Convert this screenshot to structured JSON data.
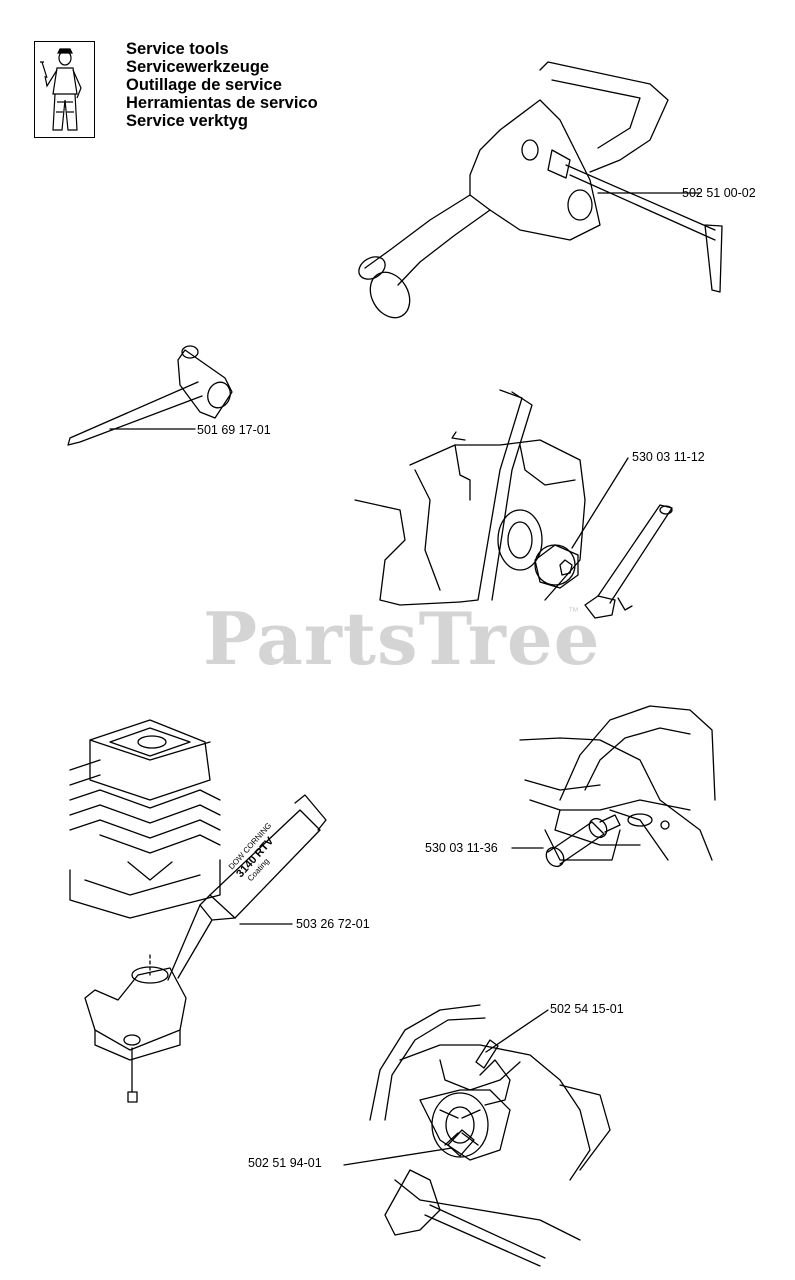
{
  "header": {
    "titles": [
      "Service tools",
      "Servicewerkzeuge",
      "Outillage de service",
      "Herramientas de servico",
      "Service verktyg"
    ],
    "icon": "mechanic-icon"
  },
  "watermark": {
    "text": "PartsTree",
    "trademark": "™"
  },
  "parts": [
    {
      "number": "502 51 00-02",
      "icon": "t-handle-tool-icon"
    },
    {
      "number": "501 69 17-01",
      "icon": "combination-spanner-icon"
    },
    {
      "number": "530 03 11-12",
      "icon": "clutch-tool-icon"
    },
    {
      "number": "530 03 11-36",
      "icon": "piston-stop-icon"
    },
    {
      "number": "503 26 72-01",
      "icon": "sealant-tube-icon"
    },
    {
      "number": "502 54 15-01",
      "icon": "drift-icon"
    },
    {
      "number": "502 51 94-01",
      "icon": "flywheel-puller-icon"
    }
  ],
  "sealant_label": [
    "DOW CORNING",
    "3140 RTV",
    "Coating"
  ]
}
